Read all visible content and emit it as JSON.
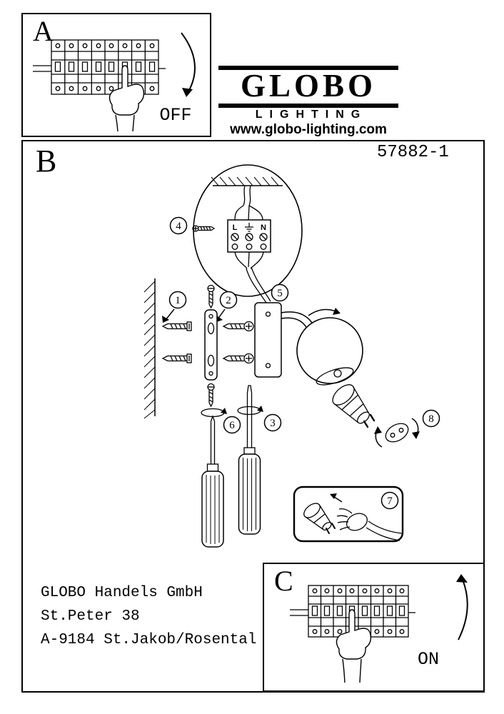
{
  "header": {
    "logo_name": "GLOBO",
    "logo_subtitle": "LIGHTING",
    "website": "www.globo-lighting.com",
    "product_code": "57882-1"
  },
  "panel_a": {
    "label": "A",
    "breaker_state": "OFF"
  },
  "panel_b": {
    "label": "B",
    "terminal_left": "L",
    "terminal_right": "N",
    "steps": [
      "1",
      "2",
      "3",
      "4",
      "5",
      "6",
      "7",
      "8"
    ]
  },
  "panel_c": {
    "label": "C",
    "breaker_state": "ON"
  },
  "address": {
    "line1": "GLOBO Handels GmbH",
    "line2": "St.Peter 38",
    "line3": "A-9184 St.Jakob/Rosental"
  },
  "icons": {
    "hand": "pointing-hand-icon",
    "off_arrow": "curved-arrow-down-icon",
    "on_arrow": "curved-arrow-up-icon",
    "earth": "earth-ground-symbol-icon"
  }
}
